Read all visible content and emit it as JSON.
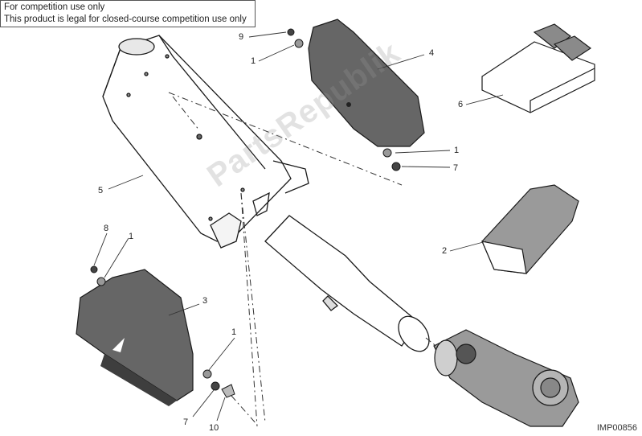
{
  "notice": {
    "line1": "For competition use only",
    "line2": "This product is legal for closed-course competition use only"
  },
  "callouts": [
    "9",
    "1",
    "4",
    "6",
    "5",
    "1",
    "7",
    "2",
    "8",
    "1",
    "3",
    "1",
    "7",
    "10"
  ],
  "diagram_code": "IMP00856",
  "watermark_text": "PartsRepublik",
  "colors": {
    "part_fill": "#666666",
    "part_dark": "#3e3e3e",
    "outline": "#1a1a1a",
    "leader": "#333333"
  }
}
